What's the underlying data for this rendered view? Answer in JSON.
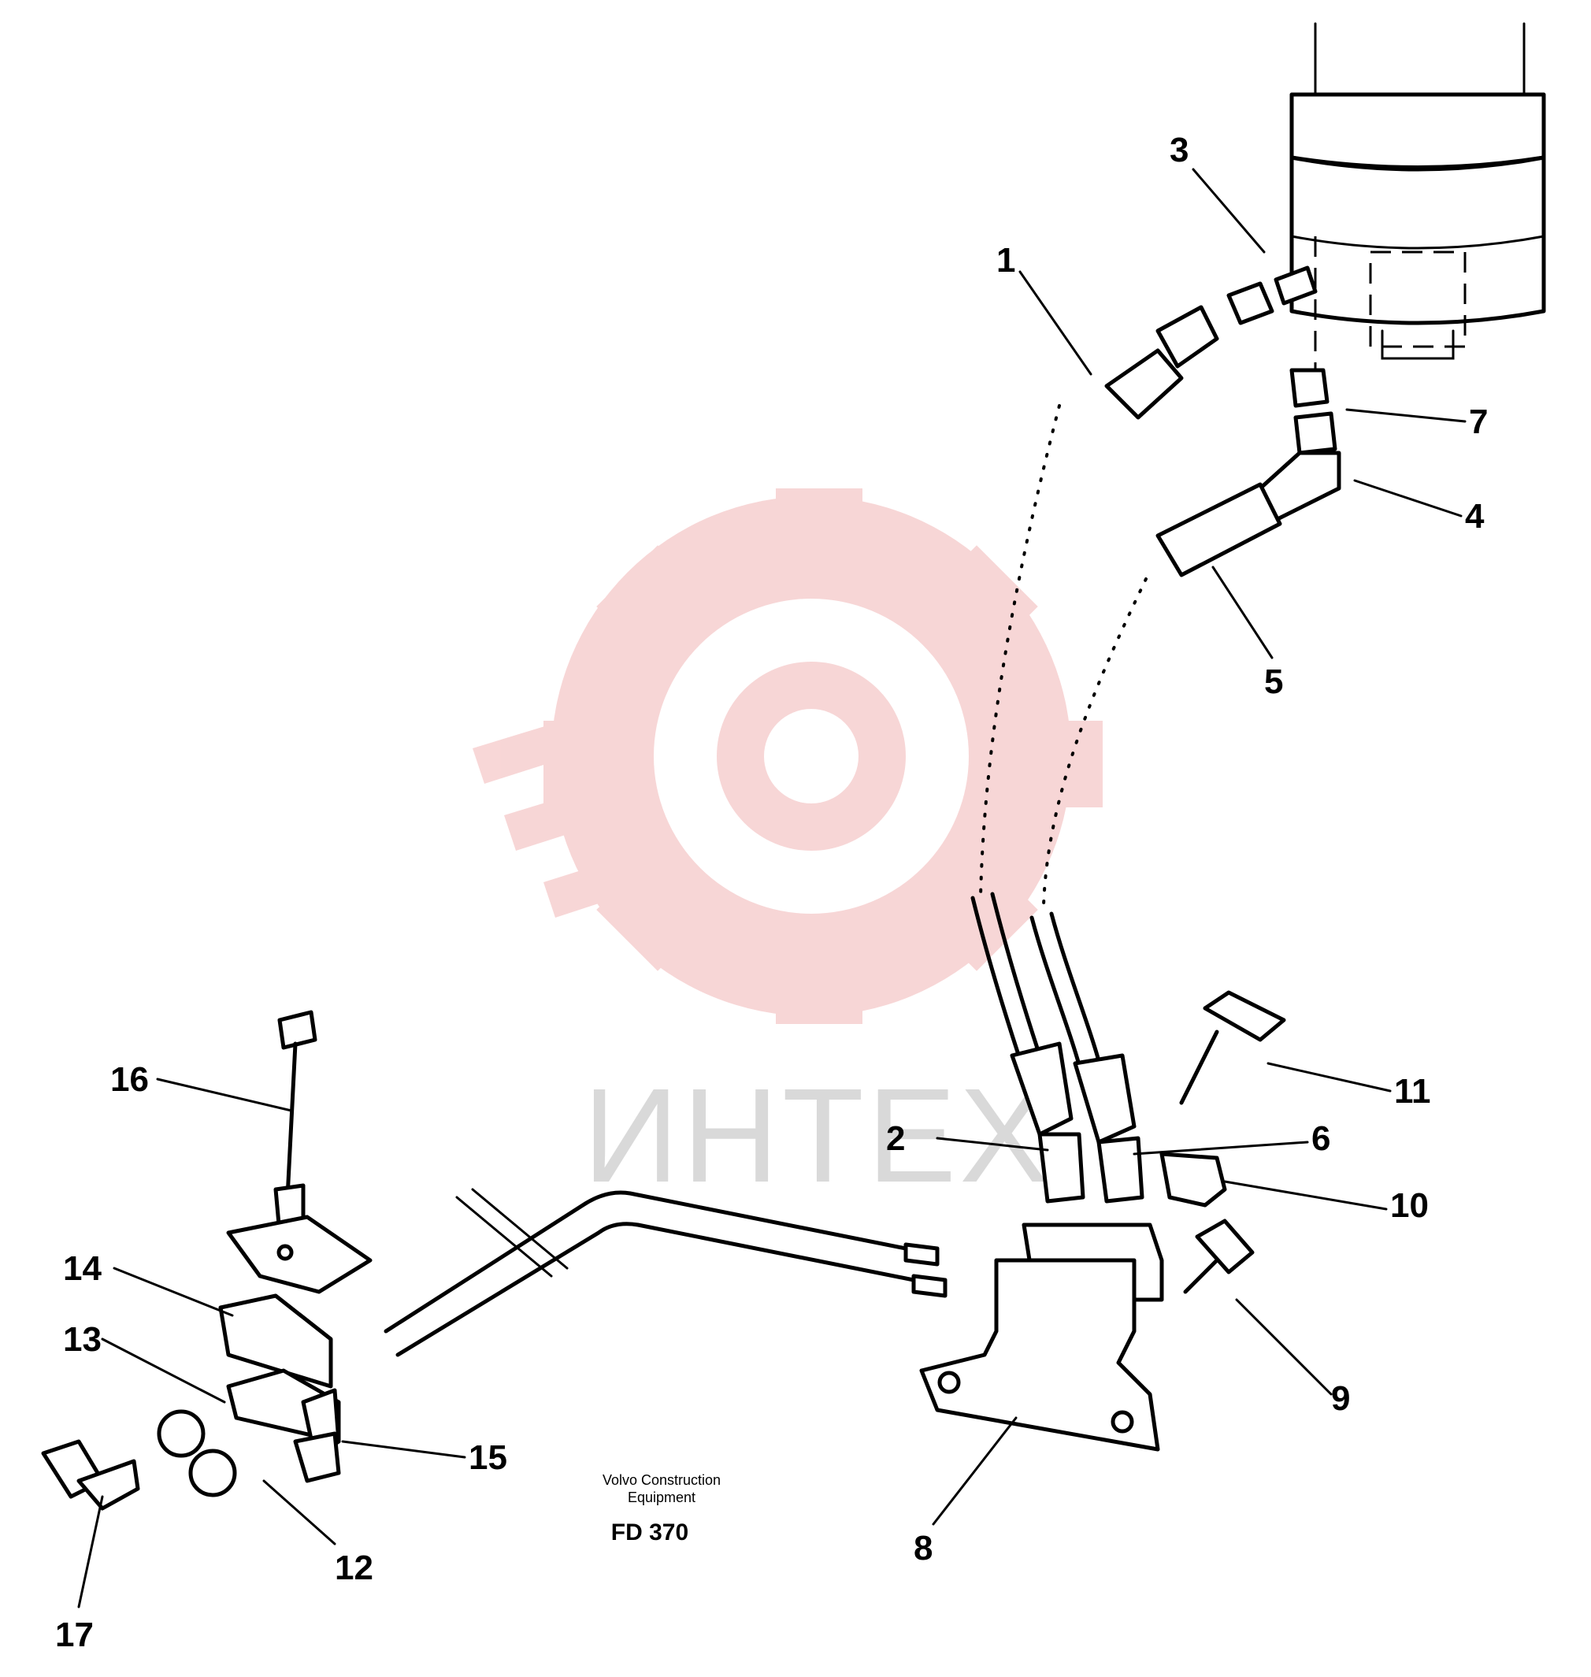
{
  "diagram": {
    "callouts": [
      "1",
      "2",
      "3",
      "4",
      "5",
      "6",
      "7",
      "8",
      "9",
      "10",
      "11",
      "12",
      "13",
      "14",
      "15",
      "16",
      "17"
    ],
    "credit_line1": "Volvo Construction",
    "credit_line2": "Equipment",
    "drawing_code": "FD 370",
    "watermark_text": "ИНТЕХ",
    "watermark_color": "#f2b6b6"
  }
}
